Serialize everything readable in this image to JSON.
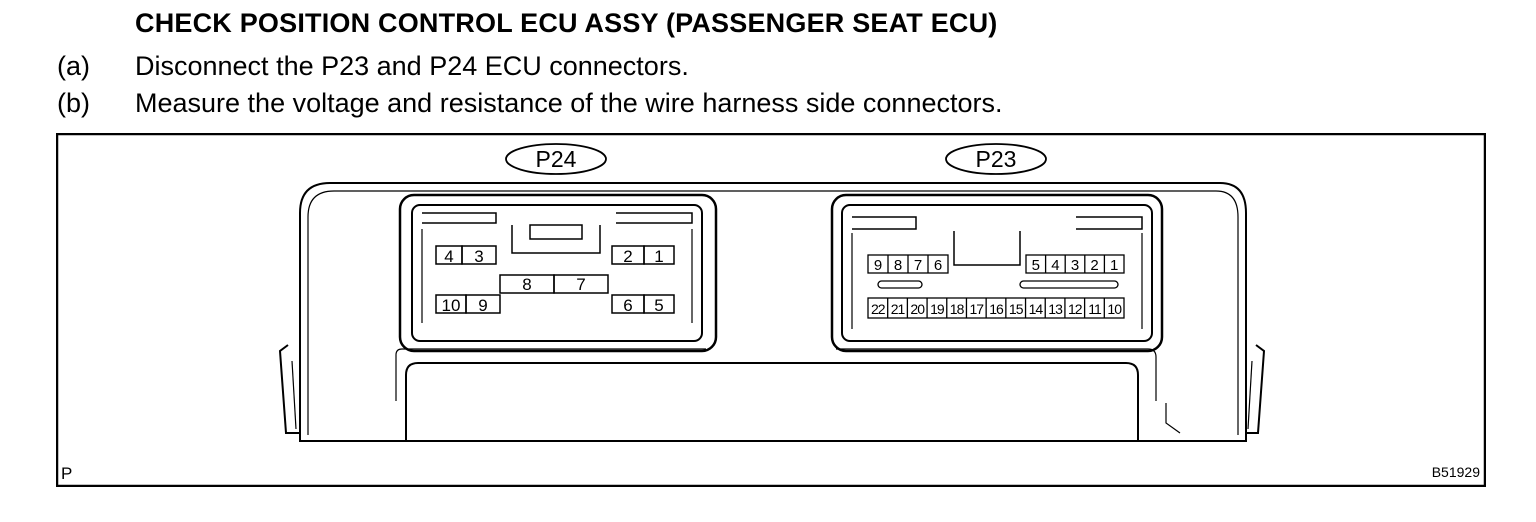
{
  "heading": "CHECK POSITION CONTROL ECU ASSY (PASSENGER SEAT ECU)",
  "steps": [
    {
      "marker": "(a)",
      "text": "Disconnect the P23 and P24 ECU connectors."
    },
    {
      "marker": "(b)",
      "text": "Measure the voltage and resistance of the wire harness side connectors."
    }
  ],
  "figure": {
    "corner_label": "P",
    "figure_code": "B51929",
    "connector_p24": {
      "label": "P24",
      "pins_top_left": [
        "4",
        "3"
      ],
      "pins_top_right": [
        "2",
        "1"
      ],
      "pins_middle": [
        "8",
        "7"
      ],
      "pins_bottom_left": [
        "10",
        "9"
      ],
      "pins_bottom_right": [
        "6",
        "5"
      ]
    },
    "connector_p23": {
      "label": "P23",
      "pins_top_left": [
        "9",
        "8",
        "7",
        "6"
      ],
      "pins_top_right": [
        "5",
        "4",
        "3",
        "2",
        "1"
      ],
      "pins_bottom": [
        "22",
        "21",
        "20",
        "19",
        "18",
        "17",
        "16",
        "15",
        "14",
        "13",
        "12",
        "11",
        "10"
      ]
    }
  }
}
